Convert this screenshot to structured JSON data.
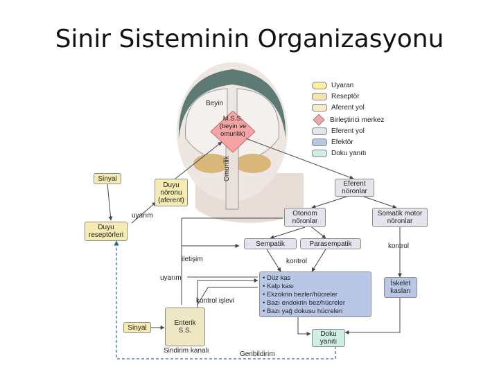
{
  "title": "Sinir Sisteminin Organizasyonu",
  "legend": [
    {
      "label": "Uyaran",
      "color": "#fbf0a0",
      "shape": "oval"
    },
    {
      "label": "Reseptör",
      "color": "#f6e4b0",
      "shape": "rect"
    },
    {
      "label": "Aferent yol",
      "color": "#f6ebc6",
      "shape": "rect"
    },
    {
      "label": "Birleştirici merkez",
      "color": "#f4a4a4",
      "shape": "diamond"
    },
    {
      "label": "Eferent yol",
      "color": "#e4e4ec",
      "shape": "rect"
    },
    {
      "label": "Efektör",
      "color": "#b9c7e6",
      "shape": "rect"
    },
    {
      "label": "Doku yanıtı",
      "color": "#cfeee6",
      "shape": "rect"
    }
  ],
  "head": {
    "brain_label": "Beyin",
    "cns_label": "M.S.S. (beyin ve omurilik)",
    "spinal_label": "Omurilik"
  },
  "boxes": {
    "signal_top": "Sinyal",
    "sensory_receptors": "Duyu reseptörleri",
    "sensory_neuron": "Duyu nöronu (aferent)",
    "efferent_neurons": "Eferent nöronlar",
    "autonomic_neurons": "Otonom nöronlar",
    "somatic_motor_neurons": "Somatik motor nöronlar",
    "sympathetic": "Sempatik",
    "parasympathetic": "Parasempatik",
    "skeletal_muscles": "İskelet kasları",
    "enteric_ns": "Enterik S.S.",
    "signal_bottom": "Sinyal",
    "tissue_response": "Doku yanıtı"
  },
  "effectors": [
    "Düz kas",
    "Kalp kası",
    "Ekzokrin bezler/hücreler",
    "Bazı endokrin bez/hücreler",
    "Bazı yağ dokusu hücreleri"
  ],
  "labels": {
    "stimulus_top": "uyarım",
    "stimulus_mid": "uyarım",
    "communication": "iletişim",
    "control_right": "kontrol",
    "control_mid": "kontrol",
    "control_function": "kontrol işlevi",
    "digestive_tract": "Sindirim kanalı",
    "feedback": "Geribildirim"
  }
}
